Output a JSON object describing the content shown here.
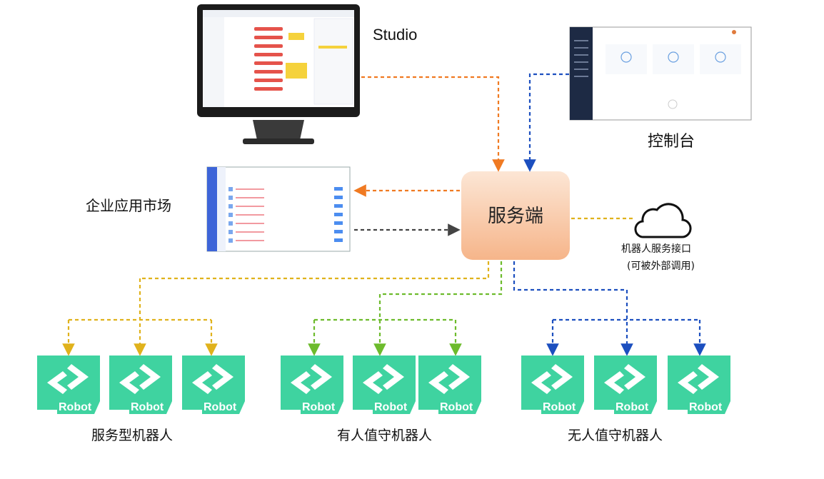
{
  "studio_label": "Studio",
  "console_label": "控制台",
  "market_label": "企业应用市场",
  "server_label": "服务端",
  "api": {
    "line1": "机器人服务接口",
    "line2": "(可被外部调用)"
  },
  "robot_word": "Robot",
  "groups": [
    {
      "label": "服务型机器人",
      "color": "#e0b21c"
    },
    {
      "label": "有人值守机器人",
      "color": "#6dbb2c"
    },
    {
      "label": "无人值守机器人",
      "color": "#1c4fbf"
    }
  ],
  "colors": {
    "orange": "#f07a22",
    "blue": "#1c4fbf",
    "gray": "#444444",
    "yellow": "#e0b21c",
    "green": "#6dbb2c",
    "robot": "#3fd3a0"
  }
}
